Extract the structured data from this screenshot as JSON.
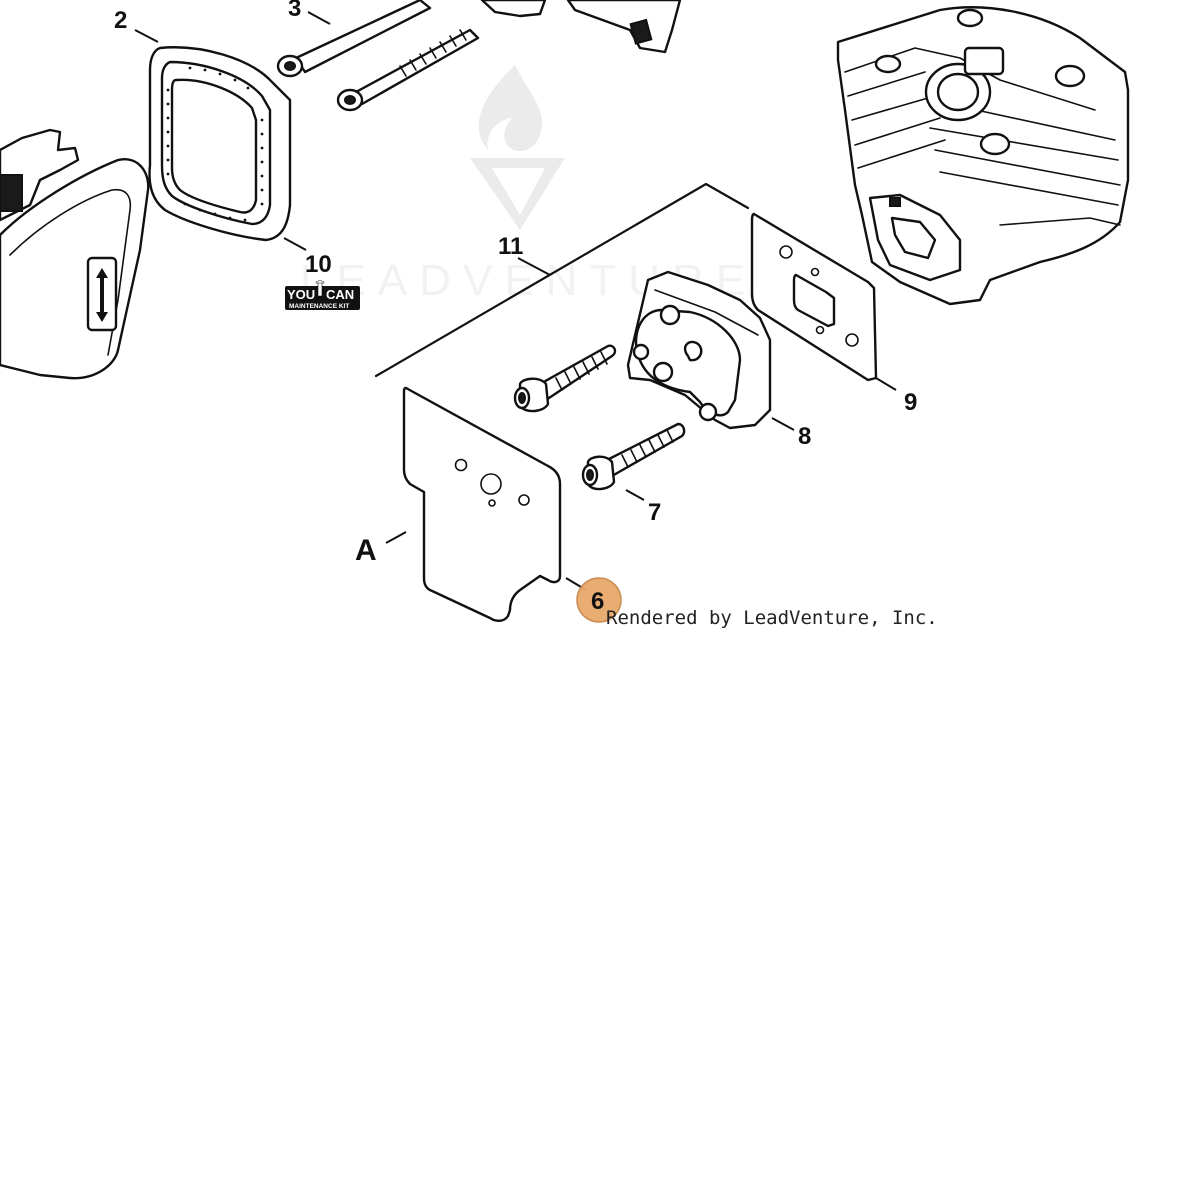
{
  "watermark": {
    "brand_text": "LEADVENTURE"
  },
  "callouts": {
    "c2": "2",
    "c3": "3",
    "c6": "6",
    "c7": "7",
    "c8": "8",
    "c9": "9",
    "c10": "10",
    "c11": "11",
    "cA": "A"
  },
  "highlight_color": "#e8a86a",
  "badge": {
    "line1_left": "YOU",
    "line1_right": "CAN",
    "line2": "MAINTENANCE KIT"
  },
  "credit": "Rendered by LeadVenture, Inc."
}
